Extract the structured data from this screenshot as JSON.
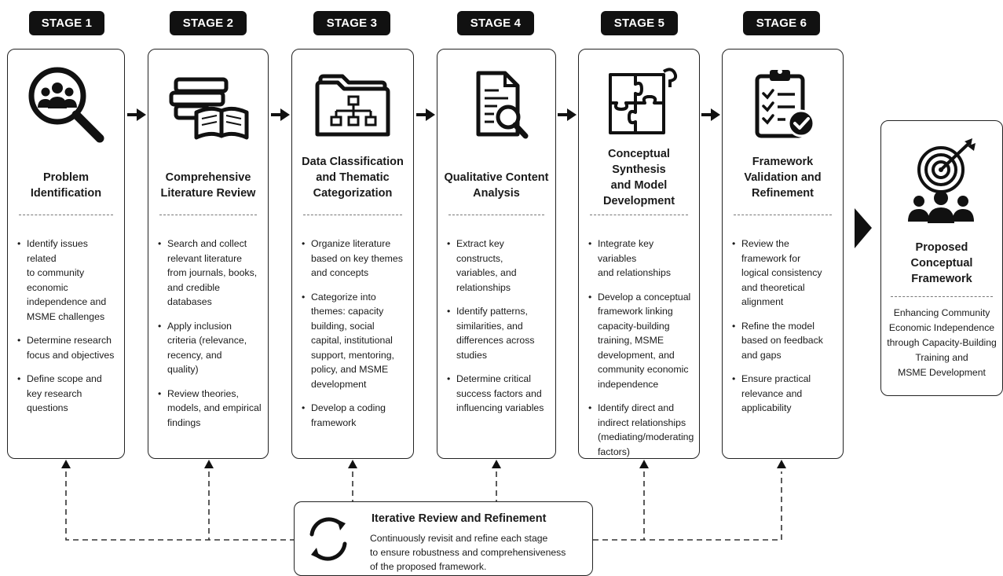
{
  "stages": [
    {
      "label": "STAGE 1",
      "icon": "people-magnifier-icon",
      "title": "Problem\nIdentification",
      "bullets": [
        "Identify issues related\nto community\neconomic\nindependence and\nMSME challenges",
        "Determine research\nfocus and objectives",
        "Define scope and\nkey research\nquestions"
      ]
    },
    {
      "label": "STAGE 2",
      "icon": "books-icon",
      "title": "Comprehensive\nLiterature Review",
      "bullets": [
        "Search and collect\nrelevant literature\nfrom journals, books,\nand credible\ndatabases",
        "Apply inclusion\ncriteria (relevance,\nrecency, and\nquality)",
        "Review theories,\nmodels, and empirical\nfindings"
      ]
    },
    {
      "label": "STAGE 3",
      "icon": "folder-hierarchy-icon",
      "title": "Data Classification\nand Thematic\nCategorization",
      "bullets": [
        "Organize literature\nbased on key themes\nand concepts",
        "Categorize into\nthemes: capacity\nbuilding, social\ncapital, institutional\nsupport, mentoring,\npolicy, and MSME\ndevelopment",
        "Develop a coding\nframework"
      ]
    },
    {
      "label": "STAGE 4",
      "icon": "document-search-icon",
      "title": "Qualitative Content\nAnalysis",
      "bullets": [
        "Extract key constructs,\nvariables, and\nrelationships",
        "Identify patterns,\nsimilarities, and\ndifferences across\nstudies",
        "Determine critical\nsuccess factors and\ninfluencing variables"
      ]
    },
    {
      "label": "STAGE 5",
      "icon": "puzzle-icon",
      "title": "Conceptual Synthesis\nand Model\nDevelopment",
      "bullets": [
        "Integrate key variables\nand relationships",
        "Develop a conceptual\nframework linking\ncapacity-building\ntraining, MSME\ndevelopment, and\ncommunity economic\nindependence",
        "Identify direct and\nindirect relationships\n(mediating/moderating\nfactors)"
      ]
    },
    {
      "label": "STAGE 6",
      "icon": "checklist-clipboard-icon",
      "title": "Framework\nValidation and\nRefinement",
      "bullets": [
        "Review the\nframework for\nlogical consistency\nand theoretical\nalignment",
        "Refine the model\nbased on feedback\nand gaps",
        "Ensure practical\nrelevance and\napplicability"
      ]
    }
  ],
  "final": {
    "icon": "target-team-icon",
    "title": "Proposed\nConceptual\nFramework",
    "text": "Enhancing Community\nEconomic Independence\nthrough Capacity-Building\nTraining and\nMSME Development"
  },
  "iterative": {
    "icon": "cycle-arrows-icon",
    "title": "Iterative Review and Refinement",
    "text": "Continuously revisit and refine each stage\nto ensure robustness and comprehensiveness\nof the proposed framework."
  }
}
